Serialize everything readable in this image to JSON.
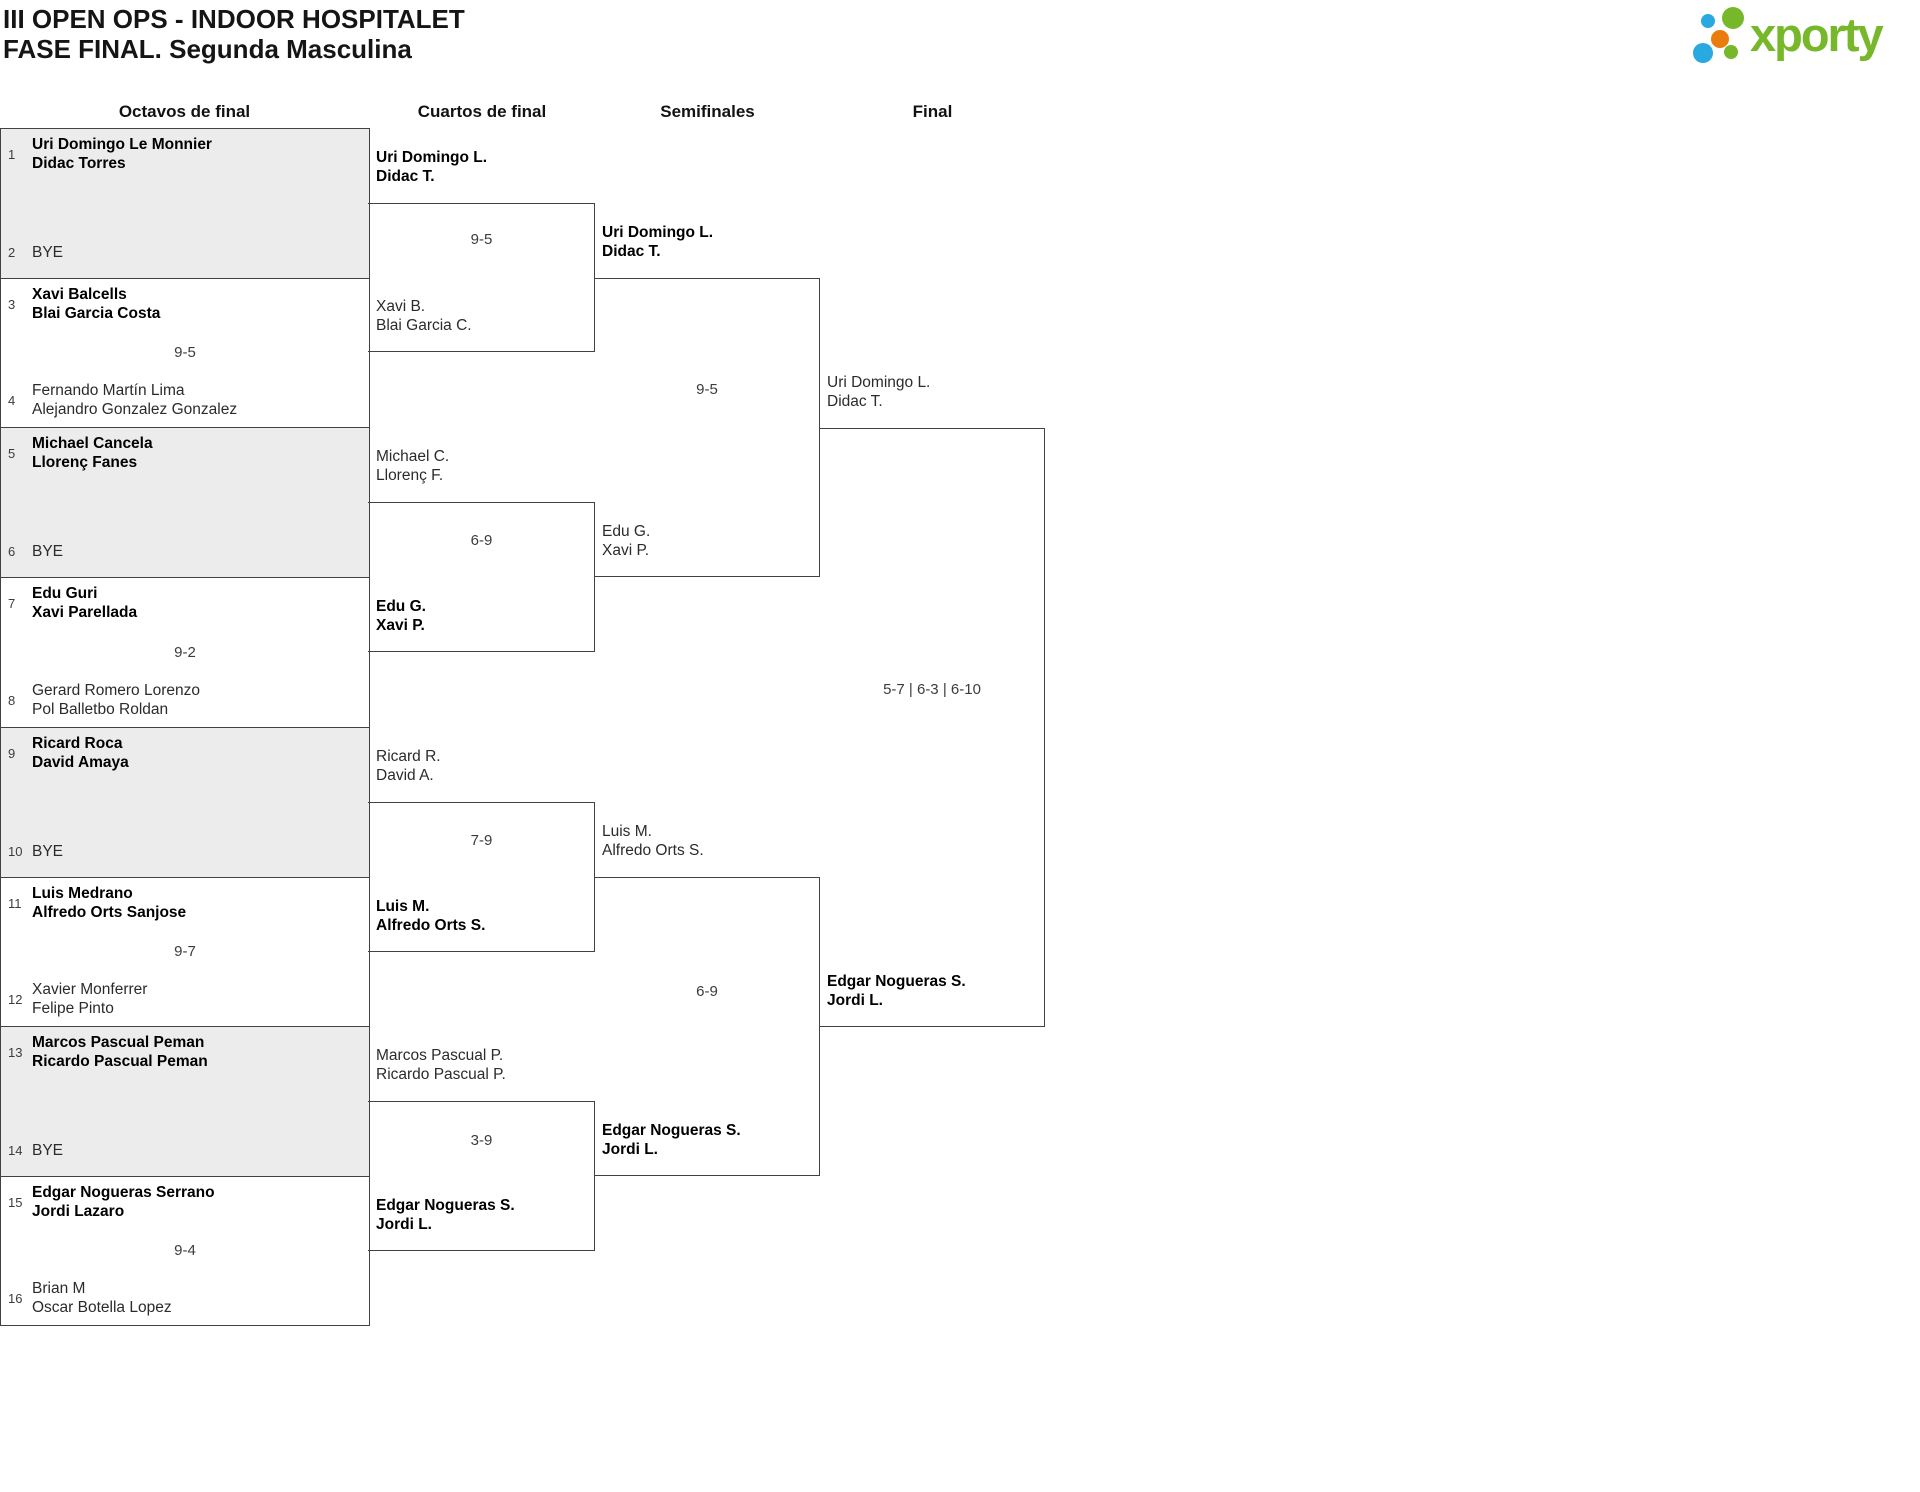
{
  "header": {
    "title": "III OPEN OPS - INDOOR HOSPITALET",
    "subtitle": "FASE FINAL. Segunda Masculina"
  },
  "logo": {
    "text": "xporty"
  },
  "round_headers": [
    "Octavos de final",
    "Cuartos de final",
    "Semifinales",
    "Final"
  ],
  "colors": {
    "brand_green": "#76b82a",
    "brand_blue": "#29a9e0",
    "brand_orange": "#e87d0e",
    "bye_background": "#ececec",
    "bracket_line": "#424242",
    "winner_text": "#000000",
    "text": "#2b2b2b"
  },
  "octavos": [
    {
      "seed_top": "1",
      "team_top": [
        "Uri Domingo Le Monnier",
        "Didac Torres"
      ],
      "seed_bottom": "2",
      "team_bottom": [
        "BYE"
      ],
      "score": "",
      "winner": "top"
    },
    {
      "seed_top": "3",
      "team_top": [
        "Xavi Balcells",
        "Blai Garcia Costa"
      ],
      "seed_bottom": "4",
      "team_bottom": [
        "Fernando Martín Lima",
        "Alejandro Gonzalez Gonzalez"
      ],
      "score": "9-5",
      "winner": "top"
    },
    {
      "seed_top": "5",
      "team_top": [
        "Michael Cancela",
        "Llorenç Fanes"
      ],
      "seed_bottom": "6",
      "team_bottom": [
        "BYE"
      ],
      "score": "",
      "winner": "top"
    },
    {
      "seed_top": "7",
      "team_top": [
        "Edu Guri",
        "Xavi Parellada"
      ],
      "seed_bottom": "8",
      "team_bottom": [
        "Gerard Romero Lorenzo",
        "Pol Balletbo Roldan"
      ],
      "score": "9-2",
      "winner": "top"
    },
    {
      "seed_top": "9",
      "team_top": [
        "Ricard Roca",
        "David Amaya"
      ],
      "seed_bottom": "10",
      "team_bottom": [
        "BYE"
      ],
      "score": "",
      "winner": "top"
    },
    {
      "seed_top": "11",
      "team_top": [
        "Luis Medrano",
        "Alfredo Orts Sanjose"
      ],
      "seed_bottom": "12",
      "team_bottom": [
        "Xavier Monferrer",
        "Felipe Pinto"
      ],
      "score": "9-7",
      "winner": "top"
    },
    {
      "seed_top": "13",
      "team_top": [
        "Marcos Pascual Peman",
        "Ricardo Pascual Peman"
      ],
      "seed_bottom": "14",
      "team_bottom": [
        "BYE"
      ],
      "score": "",
      "winner": "top"
    },
    {
      "seed_top": "15",
      "team_top": [
        "Edgar Nogueras Serrano",
        "Jordi Lazaro"
      ],
      "seed_bottom": "16",
      "team_bottom": [
        "Brian M",
        "Oscar Botella Lopez"
      ],
      "score": "9-4",
      "winner": "top"
    }
  ],
  "cuartos": [
    {
      "team_top": [
        "Uri Domingo L.",
        "Didac T."
      ],
      "team_bottom": [
        "Xavi B.",
        "Blai Garcia C."
      ],
      "score": "9-5",
      "winner": "top"
    },
    {
      "team_top": [
        "Michael C.",
        "Llorenç F."
      ],
      "team_bottom": [
        "Edu G.",
        "Xavi P."
      ],
      "score": "6-9",
      "winner": "bottom"
    },
    {
      "team_top": [
        "Ricard R.",
        "David A."
      ],
      "team_bottom": [
        "Luis M.",
        "Alfredo Orts S."
      ],
      "score": "7-9",
      "winner": "bottom"
    },
    {
      "team_top": [
        "Marcos Pascual P.",
        "Ricardo Pascual P."
      ],
      "team_bottom": [
        "Edgar Nogueras S.",
        "Jordi L."
      ],
      "score": "3-9",
      "winner": "bottom"
    }
  ],
  "semifinales": [
    {
      "team_top": [
        "Uri Domingo L.",
        "Didac T."
      ],
      "team_bottom": [
        "Edu G.",
        "Xavi P."
      ],
      "score": "9-5",
      "winner": "top"
    },
    {
      "team_top": [
        "Luis M.",
        "Alfredo Orts S."
      ],
      "team_bottom": [
        "Edgar Nogueras S.",
        "Jordi L."
      ],
      "score": "6-9",
      "winner": "bottom"
    }
  ],
  "final_match": {
    "team_top": [
      "Uri Domingo L.",
      "Didac T."
    ],
    "team_bottom": [
      "Edgar Nogueras S.",
      "Jordi L."
    ],
    "score": "5-7 | 6-3 | 6-10",
    "winner": "bottom"
  }
}
